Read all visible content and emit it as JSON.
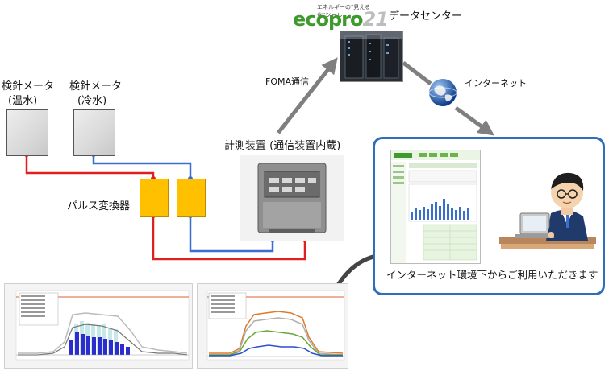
{
  "logo": {
    "tagline": "エネルギーの\"見える化\"ツール",
    "brand": "ecopro",
    "number": "21"
  },
  "datacenter": {
    "label": "データセンター"
  },
  "link_foma": {
    "label": "FOMA通信"
  },
  "link_internet": {
    "label": "インターネット"
  },
  "meter_hot": {
    "title": "検針メータ",
    "subtitle": "(温水)"
  },
  "meter_cold": {
    "title": "検針メータ",
    "subtitle": "(冷水)"
  },
  "pulse_converter": {
    "label": "パルス変換器"
  },
  "measuring_device": {
    "label": "計測装置 (通信装置内蔵)"
  },
  "panel": {
    "caption": "インターネット環境下からご利用いただきます"
  },
  "colors": {
    "hot_line": "#e02020",
    "cold_line": "#3a6fd0",
    "panel_border": "#2f6fb7",
    "converter": "#ffc000",
    "arrow": "#7f7f7f"
  }
}
